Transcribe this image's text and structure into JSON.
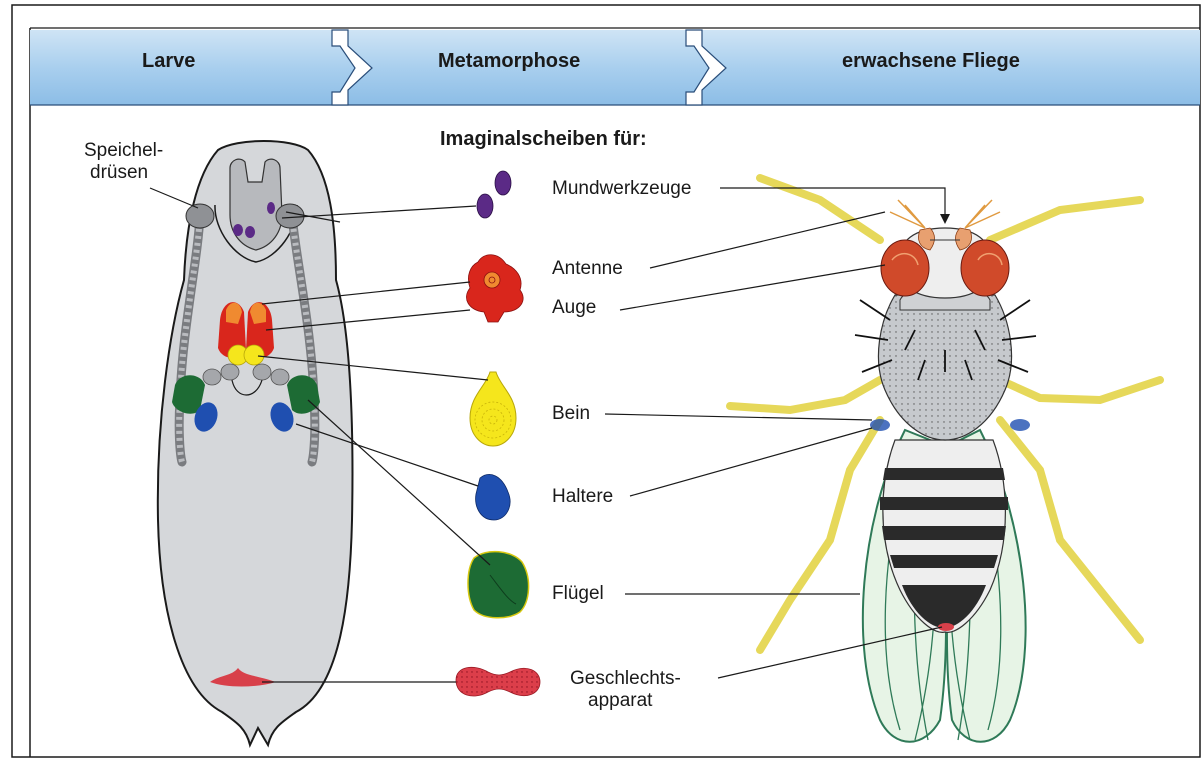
{
  "stages": {
    "larva": "Larve",
    "metamorphosis": "Metamorphose",
    "adult": "erwachsene Fliege"
  },
  "title": "Imaginalscheiben für:",
  "labels": {
    "salivary_line1": "Speichel-",
    "salivary_line2": "drüsen",
    "mouthparts": "Mundwerkzeuge",
    "antenna": "Antenne",
    "eye": "Auge",
    "leg": "Bein",
    "haltere": "Haltere",
    "wing": "Flügel",
    "genital_line1": "Geschlechts-",
    "genital_line2": "apparat"
  },
  "colors": {
    "banner": "#b9d8f0",
    "banner_dark": "#8fbfe6",
    "larva_body": "#d6d8dc",
    "mouth_disc": "#5b2a86",
    "eye_antenna_disc": "#d9261c",
    "antenna_inner": "#f08a30",
    "leg_disc": "#f5e61c",
    "haltere_disc": "#1f4fb0",
    "wing_disc": "#1d6b34",
    "genital_disc": "#d8404a",
    "fly_leg": "#e6d85a",
    "fly_eye": "#d04a2a",
    "fly_wing_vein": "#2f7a58"
  }
}
